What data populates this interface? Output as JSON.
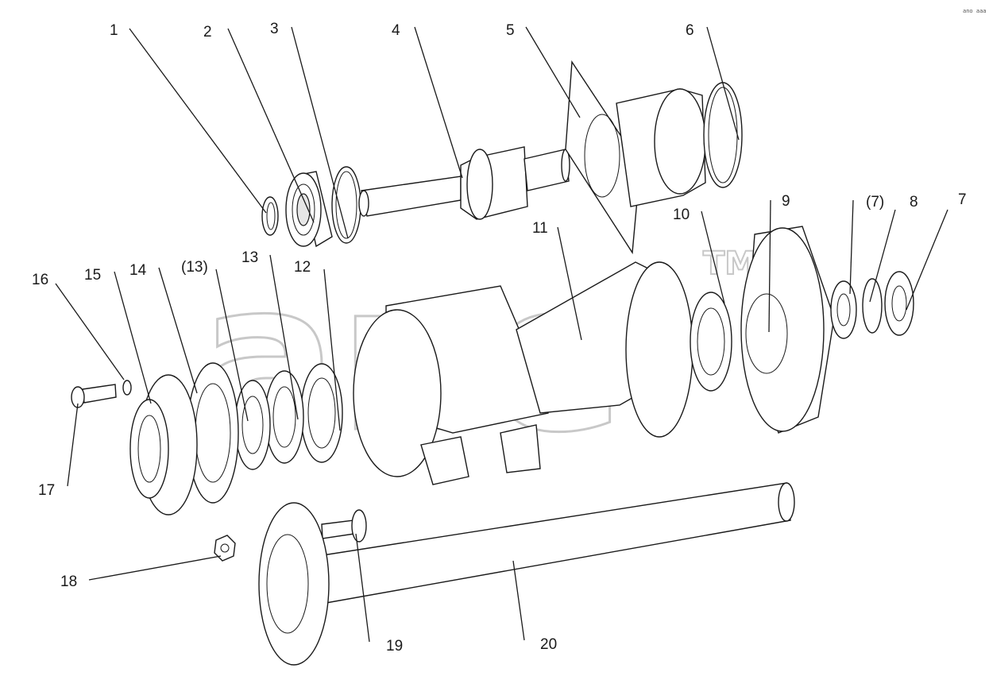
{
  "diagram": {
    "watermark": "ane",
    "watermark_tm": "TM",
    "corner_mark": "ano aaa",
    "callouts": [
      {
        "id": "c1",
        "label": "1"
      },
      {
        "id": "c2",
        "label": "2"
      },
      {
        "id": "c3",
        "label": "3"
      },
      {
        "id": "c4",
        "label": "4"
      },
      {
        "id": "c5",
        "label": "5"
      },
      {
        "id": "c6",
        "label": "6"
      },
      {
        "id": "c7",
        "label": "7"
      },
      {
        "id": "c7b",
        "label": "(7)"
      },
      {
        "id": "c8",
        "label": "8"
      },
      {
        "id": "c9",
        "label": "9"
      },
      {
        "id": "c10",
        "label": "10"
      },
      {
        "id": "c11",
        "label": "11"
      },
      {
        "id": "c12",
        "label": "12"
      },
      {
        "id": "c13",
        "label": "13"
      },
      {
        "id": "c13b",
        "label": "(13)"
      },
      {
        "id": "c14",
        "label": "14"
      },
      {
        "id": "c15",
        "label": "15"
      },
      {
        "id": "c16",
        "label": "16"
      },
      {
        "id": "c17",
        "label": "17"
      },
      {
        "id": "c18",
        "label": "18"
      },
      {
        "id": "c19",
        "label": "19"
      },
      {
        "id": "c20",
        "label": "20"
      }
    ]
  }
}
